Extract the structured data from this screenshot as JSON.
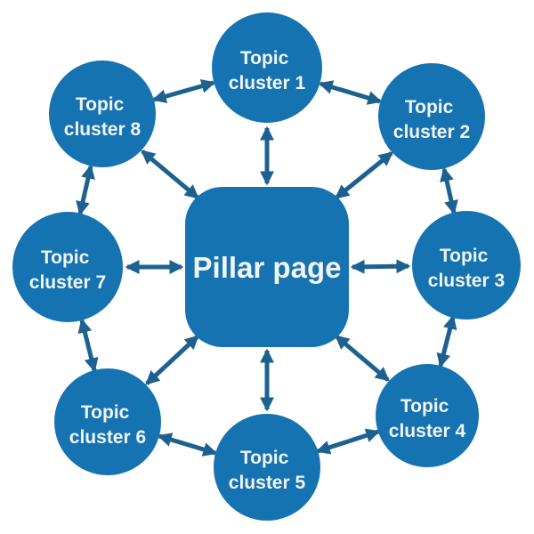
{
  "diagram": {
    "type": "hub-and-spoke",
    "center_node": {
      "label": "Pillar page"
    },
    "cluster_nodes": [
      {
        "line1": "Topic",
        "line2": "cluster 1"
      },
      {
        "line1": "Topic",
        "line2": "cluster 2"
      },
      {
        "line1": "Topic",
        "line2": "cluster 3"
      },
      {
        "line1": "Topic",
        "line2": "cluster 4"
      },
      {
        "line1": "Topic",
        "line2": "cluster 5"
      },
      {
        "line1": "Topic",
        "line2": "cluster 6"
      },
      {
        "line1": "Topic",
        "line2": "cluster 7"
      },
      {
        "line1": "Topic",
        "line2": "cluster 8"
      }
    ],
    "radial_edges": [
      {
        "from": "Pillar page",
        "to": "Topic cluster 1",
        "bidirectional": true
      },
      {
        "from": "Pillar page",
        "to": "Topic cluster 2",
        "bidirectional": true
      },
      {
        "from": "Pillar page",
        "to": "Topic cluster 3",
        "bidirectional": true
      },
      {
        "from": "Pillar page",
        "to": "Topic cluster 4",
        "bidirectional": true
      },
      {
        "from": "Pillar page",
        "to": "Topic cluster 5",
        "bidirectional": true
      },
      {
        "from": "Pillar page",
        "to": "Topic cluster 6",
        "bidirectional": true
      },
      {
        "from": "Pillar page",
        "to": "Topic cluster 7",
        "bidirectional": true
      },
      {
        "from": "Pillar page",
        "to": "Topic cluster 8",
        "bidirectional": true
      }
    ],
    "ring_edges": [
      {
        "from": "Topic cluster 1",
        "to": "Topic cluster 2",
        "bidirectional": true
      },
      {
        "from": "Topic cluster 2",
        "to": "Topic cluster 3",
        "bidirectional": true
      },
      {
        "from": "Topic cluster 3",
        "to": "Topic cluster 4",
        "bidirectional": true
      },
      {
        "from": "Topic cluster 4",
        "to": "Topic cluster 5",
        "bidirectional": true
      },
      {
        "from": "Topic cluster 5",
        "to": "Topic cluster 6",
        "bidirectional": true
      },
      {
        "from": "Topic cluster 6",
        "to": "Topic cluster 7",
        "bidirectional": true
      },
      {
        "from": "Topic cluster 7",
        "to": "Topic cluster 8",
        "bidirectional": true
      },
      {
        "from": "Topic cluster 8",
        "to": "Topic cluster 1",
        "bidirectional": true
      }
    ],
    "colors": {
      "node_fill": "#1673b1",
      "arrow": "#1d6190",
      "label_text": "#f1f5f4",
      "background": "#ffffff"
    }
  }
}
